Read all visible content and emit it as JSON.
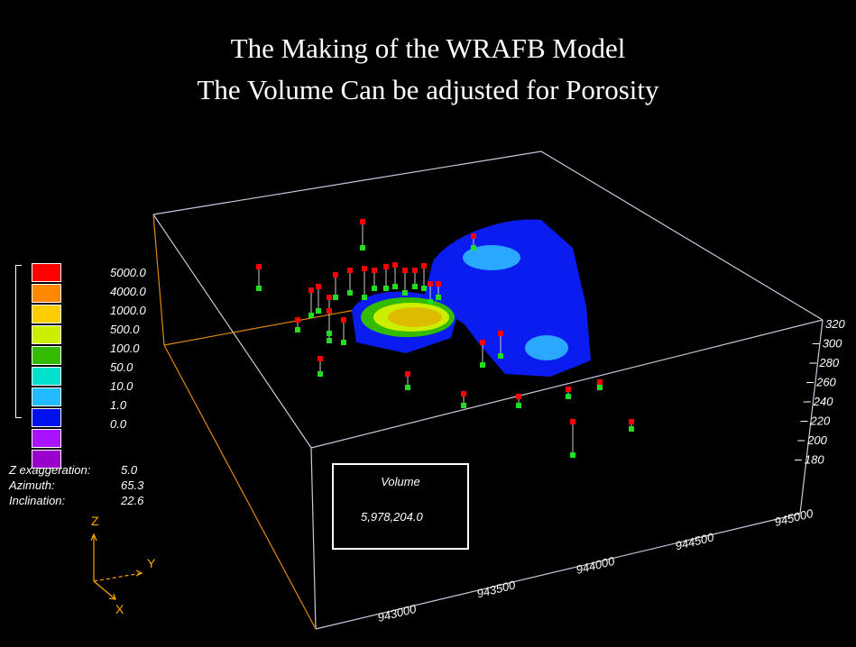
{
  "title": {
    "line1": "The Making of the WRAFB Model",
    "line2": "The Volume Can be adjusted for Porosity"
  },
  "legend": {
    "items": [
      {
        "label": "5000.0",
        "color": "#ff0000"
      },
      {
        "label": "4000.0",
        "color": "#ff8800"
      },
      {
        "label": "1000.0",
        "color": "#ffcc00"
      },
      {
        "label": "500.0",
        "color": "#ccee00"
      },
      {
        "label": "100.0",
        "color": "#33bb00"
      },
      {
        "label": "50.0",
        "color": "#00e0cc"
      },
      {
        "label": "10.0",
        "color": "#22bbff"
      },
      {
        "label": "1.0",
        "color": "#0011ee"
      },
      {
        "label": "0.0",
        "color": "#aa11ff"
      },
      {
        "label": "",
        "color": "#9900cc"
      }
    ]
  },
  "view": {
    "z_exaggeration_label": "Z  exaggeration:",
    "z_exaggeration": "5.0",
    "azimuth_label": "Azimuth:",
    "azimuth": "65.3",
    "inclination_label": "Inclination:",
    "inclination": "22.6"
  },
  "axes_triad": {
    "x": "X",
    "y": "Y",
    "z": "Z",
    "color": "#ffaa00"
  },
  "volume": {
    "label": "Volume",
    "value": "5,978,204.0"
  },
  "z_axis_ticks": [
    "320",
    "300",
    "280",
    "260",
    "240",
    "220",
    "200",
    "180"
  ],
  "x_axis_ticks": [
    "943000",
    "943500",
    "944000",
    "944500",
    "945000"
  ]
}
